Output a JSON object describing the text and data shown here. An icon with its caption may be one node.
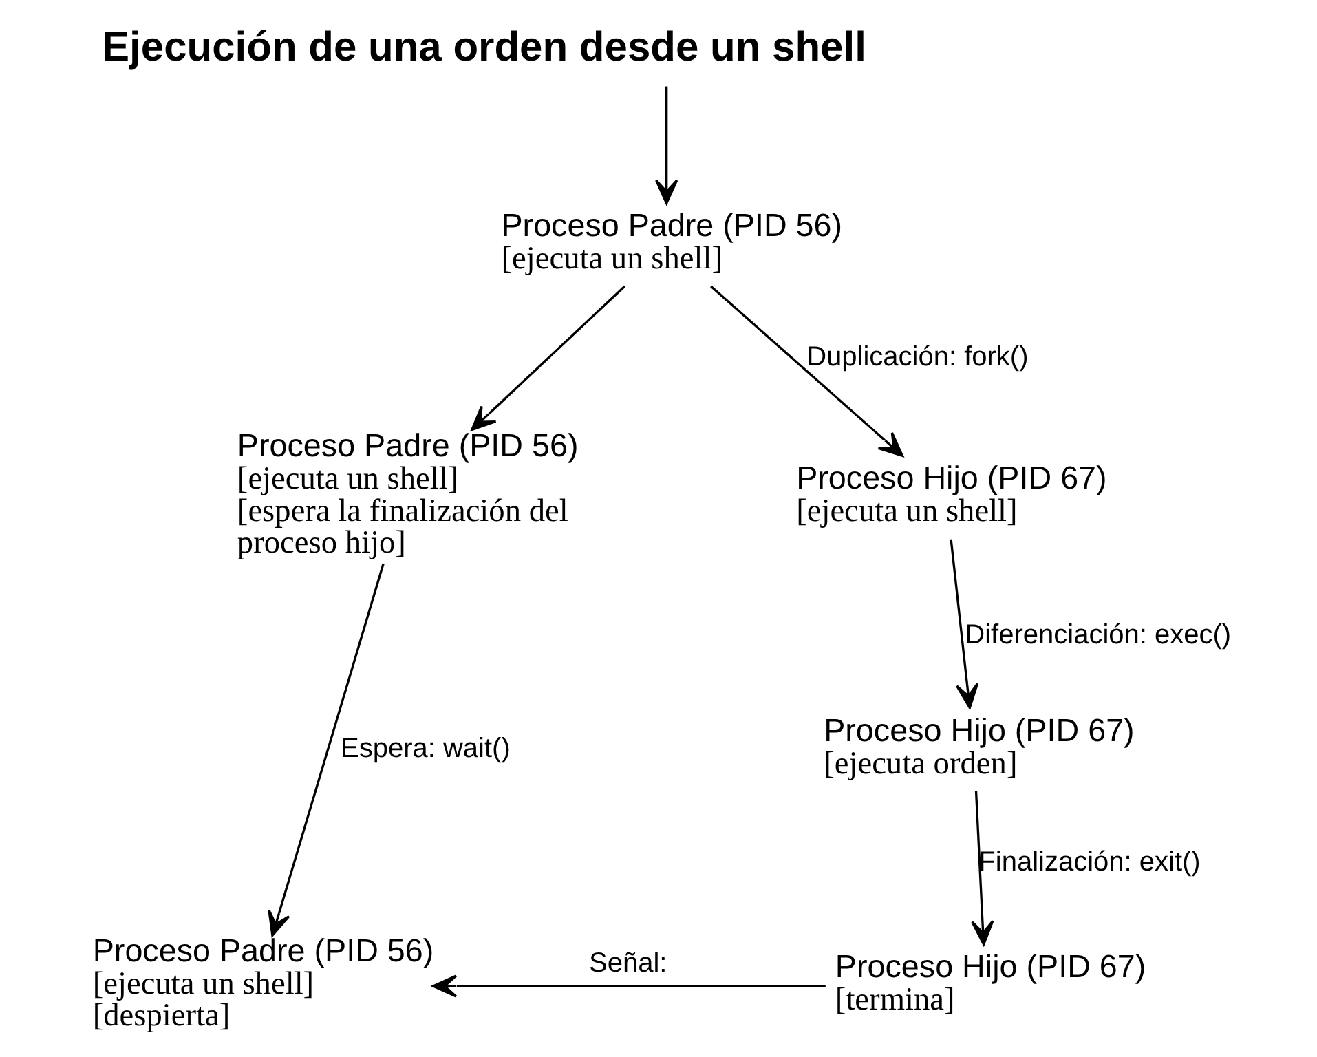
{
  "diagram": {
    "title": "Ejecución de una orden desde un shell",
    "nodes": [
      {
        "text": [
          "Proceso Padre (PID 56)",
          "[ejecuta un shell]"
        ]
      },
      {
        "text": [
          "Proceso Padre (PID 56)",
          "[ejecuta un shell]",
          "[espera la finalización del proceso hijo]"
        ]
      },
      {
        "text": [
          "Proceso Hijo (PID 67)",
          "[ejecuta un shell]"
        ]
      },
      {
        "text": [
          "Proceso Hijo (PID 67)",
          "[ejecuta orden]"
        ]
      },
      {
        "text": [
          "Proceso Padre (PID 56)",
          "[ejecuta un shell]",
          "[despierta]"
        ]
      },
      {
        "text": [
          "Proceso Hijo (PID 67)",
          "[termina]"
        ]
      }
    ],
    "edges": [
      {
        "from": null,
        "to": 0,
        "arrow": "to"
      },
      {
        "from": 0,
        "to": 1,
        "arrow": "to"
      },
      {
        "from": 0,
        "to": 2,
        "arrow": "to",
        "label": "Duplicación: fork()"
      },
      {
        "from": 2,
        "to": 3,
        "arrow": "to",
        "label": "Diferenciación: exec()"
      },
      {
        "from": 1,
        "to": 4,
        "arrow": "to",
        "label": "Espera: wait()"
      },
      {
        "from": 3,
        "to": 5,
        "arrow": "to",
        "label": "Finalización: exit()"
      },
      {
        "from": 5,
        "to": 4,
        "arrow": "to",
        "label": "Señal:"
      }
    ]
  }
}
